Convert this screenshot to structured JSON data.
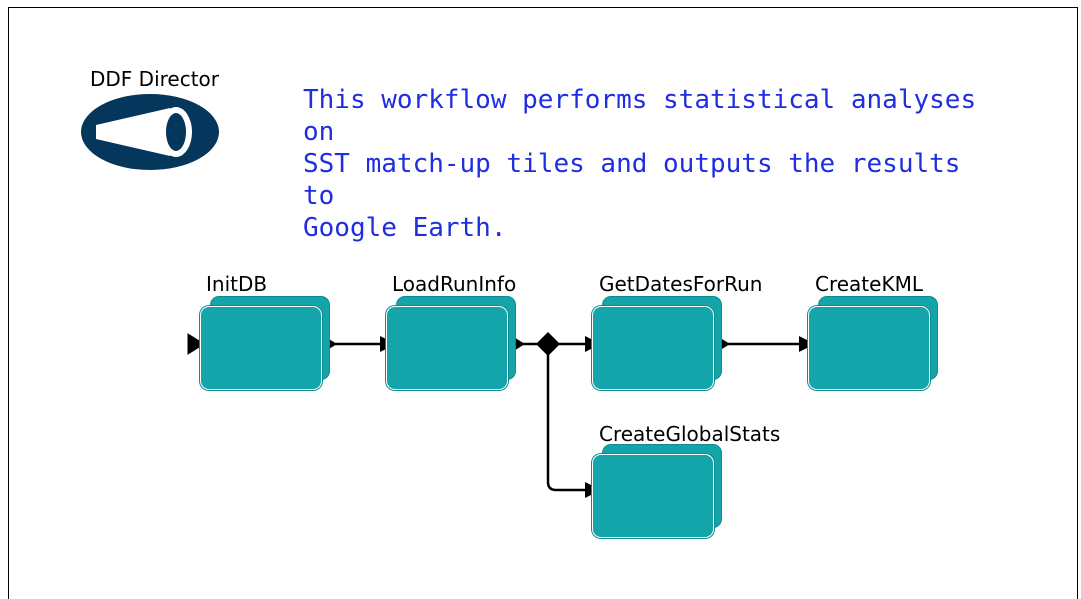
{
  "director": {
    "label": "DDF Director",
    "icon": "ddf-director-icon",
    "color": "#05365b"
  },
  "annotation": {
    "text": "This workflow performs statistical analyses on\nSST match-up tiles and outputs the results to\nGoogle Earth.",
    "color": "#1f2ee0"
  },
  "actors": [
    {
      "id": "init-db",
      "label": "InitDB"
    },
    {
      "id": "load-run-info",
      "label": "LoadRunInfo"
    },
    {
      "id": "get-dates-for-run",
      "label": "GetDatesForRun"
    },
    {
      "id": "create-kml",
      "label": "CreateKML"
    },
    {
      "id": "create-global-stats",
      "label": "CreateGlobalStats"
    }
  ],
  "connections": [
    {
      "from": "InitDB",
      "to": "LoadRunInfo"
    },
    {
      "from": "LoadRunInfo",
      "to": "GetDatesForRun"
    },
    {
      "from": "LoadRunInfo",
      "to": "CreateGlobalStats"
    },
    {
      "from": "GetDatesForRun",
      "to": "CreateKML"
    }
  ],
  "colors": {
    "actor_fill": "#14a5aa",
    "wire": "#000000"
  }
}
